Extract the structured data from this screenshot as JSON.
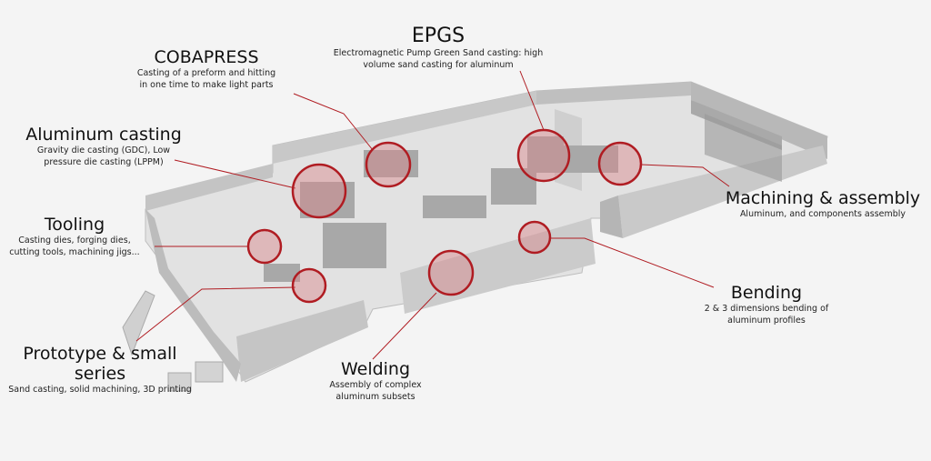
{
  "colors": {
    "accent": "#b01c22",
    "highlight_fill": "#d9868a",
    "building": "#cfcfcf",
    "background": "#f4f4f4"
  },
  "areas": [
    {
      "id": "cobapress",
      "title": "COBAPRESS",
      "desc": [
        "Casting of a preform and hitting",
        "in one time to make light parts"
      ]
    },
    {
      "id": "epgs",
      "title": "EPGS",
      "desc": [
        "Electromagnetic Pump Green Sand casting: high",
        "volume sand casting for aluminum"
      ]
    },
    {
      "id": "aluminum-casting",
      "title": "Aluminum casting",
      "desc": [
        "Gravity die casting (GDC), Low",
        "pressure die casting (LPPM)"
      ]
    },
    {
      "id": "tooling",
      "title": "Tooling",
      "desc": [
        "Casting dies, forging dies,",
        "cutting tools, machining jigs..."
      ]
    },
    {
      "id": "machining-assembly",
      "title": "Machining & assembly",
      "desc": [
        "Aluminum, and components assembly"
      ]
    },
    {
      "id": "bending",
      "title": "Bending",
      "desc": [
        "2 & 3 dimensions bending of",
        "aluminum profiles"
      ]
    },
    {
      "id": "welding",
      "title": "Welding",
      "desc": [
        "Assembly of complex",
        "aluminum subsets"
      ]
    },
    {
      "id": "prototype",
      "title_lines": [
        "Prototype & small",
        "series"
      ],
      "desc": [
        "Sand casting, solid machining, 3D printing"
      ]
    }
  ]
}
